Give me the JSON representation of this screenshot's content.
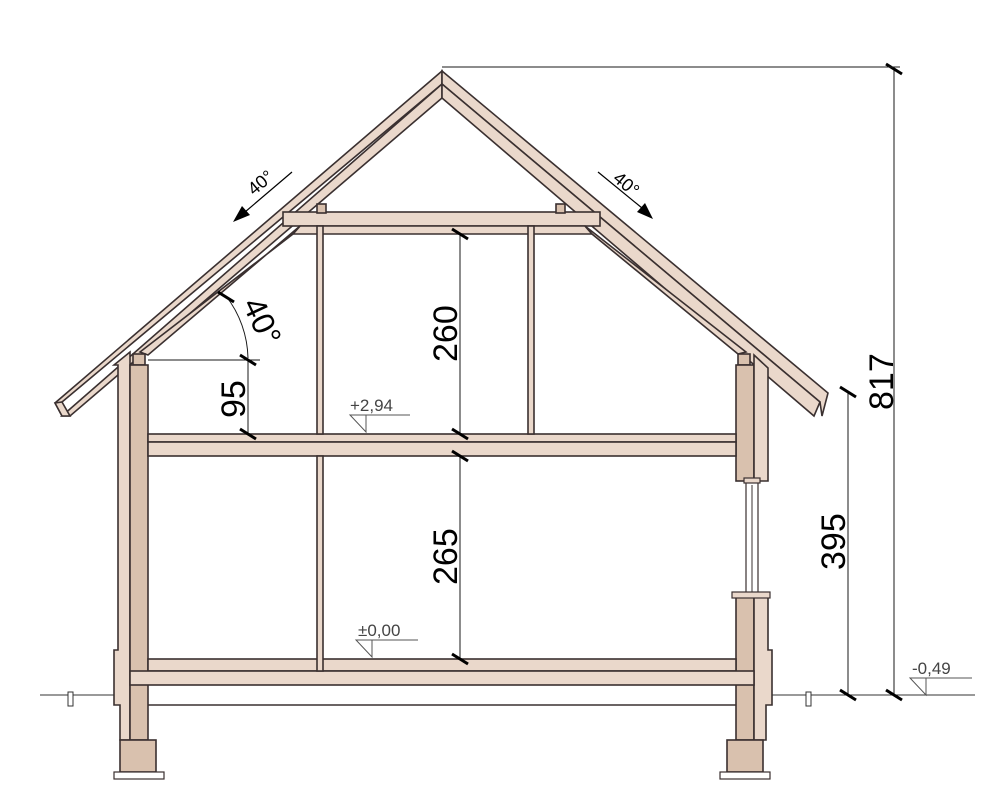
{
  "dimensions": {
    "attic_kneewall": "95",
    "attic_height": "260",
    "ground_floor_height": "265",
    "eave_height": "395",
    "total_height": "817"
  },
  "angles": {
    "roof_left": "40°",
    "roof_right": "40°",
    "interior": "40°"
  },
  "levels": {
    "attic_floor": "+2,94",
    "ground_floor": "±0,00",
    "terrain": "-0,49"
  }
}
